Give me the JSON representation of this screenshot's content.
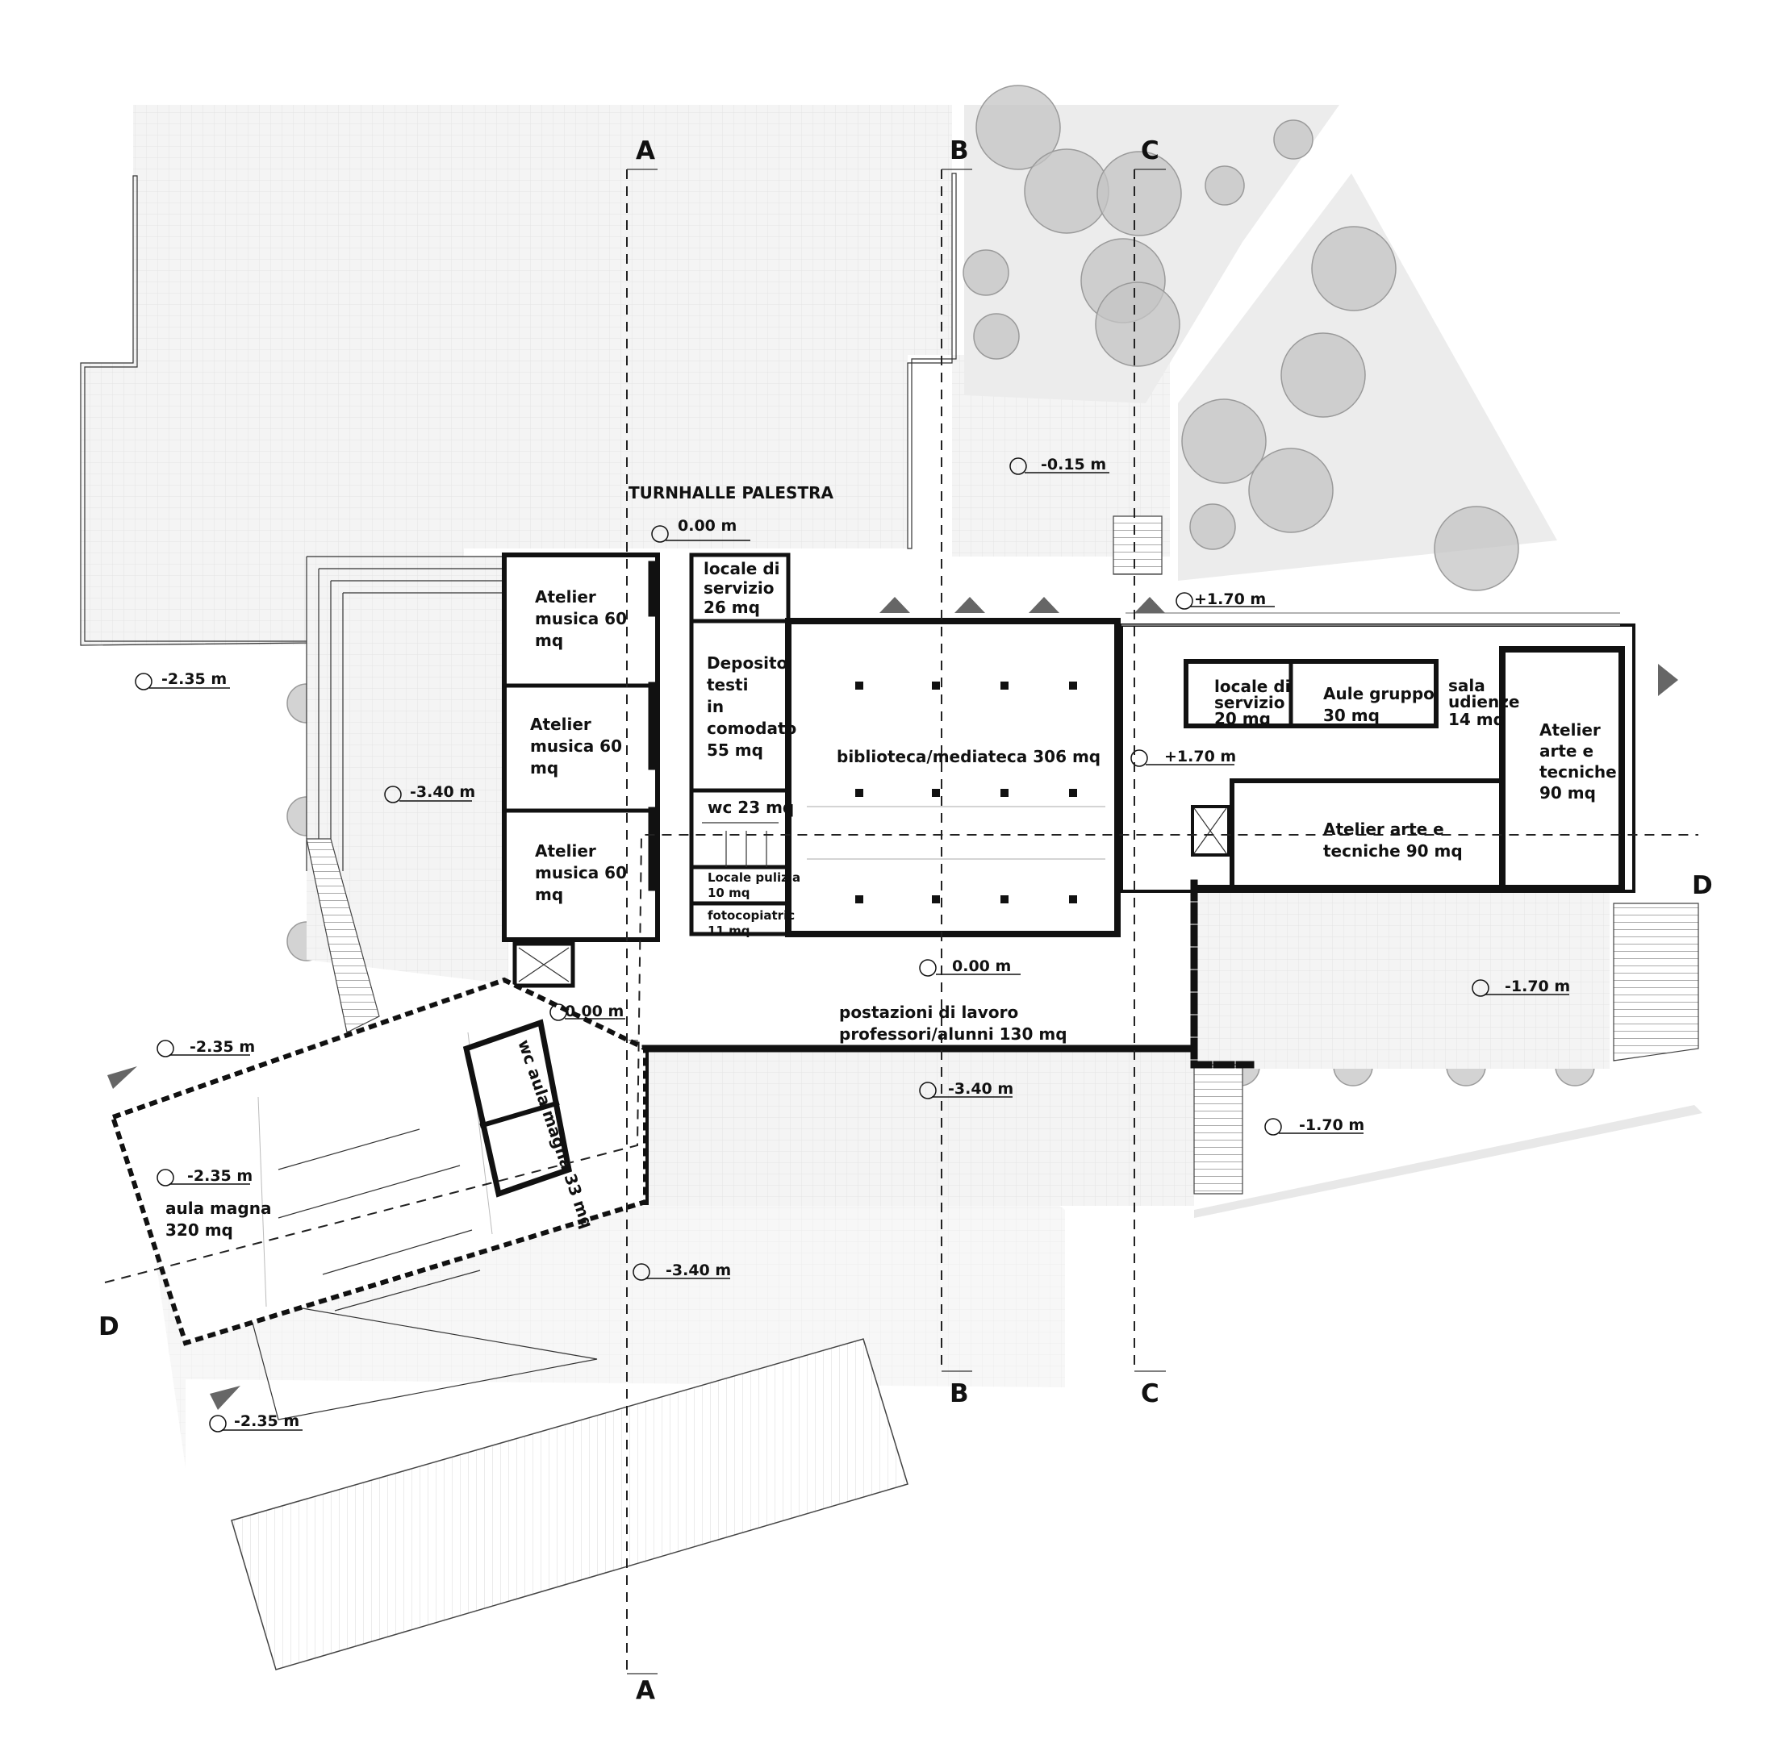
{
  "sections": {
    "a_top": "A",
    "a_bottom": "A",
    "b_top": "B",
    "b_bottom": "B",
    "c_top": "C",
    "c_bottom": "C",
    "d_left": "D",
    "d_right": "D"
  },
  "title": "TURNHALLE PALESTRA",
  "rooms": {
    "atelier_musica_1": [
      "Atelier",
      "musica 60",
      "mq"
    ],
    "atelier_musica_2": [
      "Atelier",
      "musica 60",
      "mq"
    ],
    "atelier_musica_3": [
      "Atelier",
      "musica 60",
      "mq"
    ],
    "locale_servizio_1": [
      "locale di",
      "servizio",
      "26 mq"
    ],
    "deposito": [
      "Deposito",
      "testi",
      "in",
      "comodato",
      "55 mq"
    ],
    "wc": "wc 23 mq",
    "locale_pulizia": [
      "Locale pulizia",
      "10 mq"
    ],
    "fotocopiatrici": [
      "fotocopiatric",
      "11 mq"
    ],
    "biblioteca": "biblioteca/mediateca 306 mq",
    "locale_servizio_2": [
      "locale di",
      "servizio",
      "20 mq"
    ],
    "aule_gruppo": [
      "Aule gruppo",
      "30 mq"
    ],
    "sala_udienze": [
      "sala",
      "udienze",
      "14 mq"
    ],
    "atelier_arte_1": [
      "Atelier",
      "arte e",
      "tecniche",
      "90 mq"
    ],
    "atelier_arte_2": [
      "Atelier arte e",
      "tecniche 90 mq"
    ],
    "postazioni": [
      "postazioni di lavoro",
      "professori/alunni  130 mq"
    ],
    "wc_aula_magna": "wc aula magna 33 mq",
    "aula_magna": [
      "aula magna",
      "320 mq"
    ]
  },
  "levels": {
    "l1": "0.00 m",
    "l2": "-0.15  m",
    "l3": "+1.70 m",
    "l4": "-2.35 m",
    "l5": "+1.70 m",
    "l6": "-3.40 m",
    "l7": "0.00 m",
    "l8": "0.00 m",
    "l9": "-1.70 m",
    "l10": "-2.35 m",
    "l11": "-3.40 m",
    "l12": "-1.70 m",
    "l13": "-2.35 m",
    "l14": "-3.40 m",
    "l15": "-2.35 m"
  }
}
